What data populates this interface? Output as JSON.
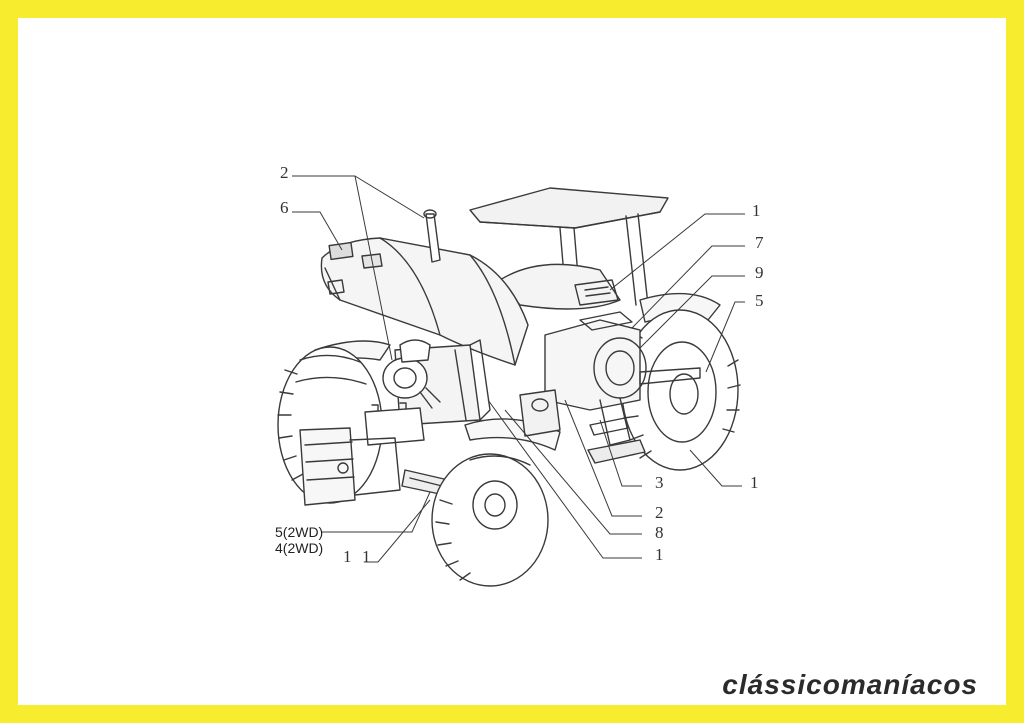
{
  "callouts": {
    "left_2": "2",
    "left_6": "6",
    "left_5_2wd": "5(2WD)",
    "left_4_2wd": "4(2WD)",
    "left_1a": "1",
    "left_1b": "1",
    "right_1_top": "1",
    "right_7": "7",
    "right_9": "9",
    "right_5": "5",
    "right_3": "3",
    "right_1_mid": "1",
    "bottom_2": "2",
    "bottom_8": "8",
    "bottom_1": "1"
  },
  "brand": "clássicomaníacos",
  "colors": {
    "frame": "#f7ec2e",
    "panel": "#ffffff",
    "ink": "#333333"
  }
}
